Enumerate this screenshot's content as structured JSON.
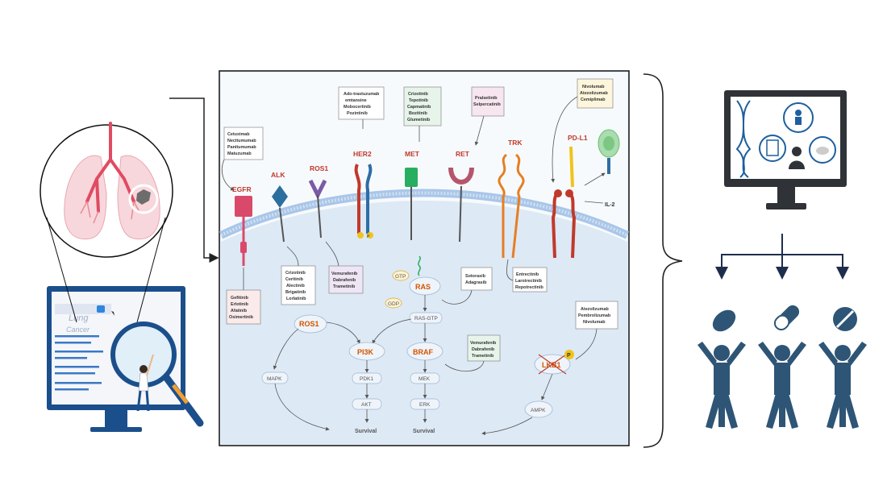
{
  "left": {
    "search_text": "Lung",
    "search_text2": "Cancer"
  },
  "receptors": {
    "egfr": "EGFR",
    "alk": "ALK",
    "ros1": "ROS1",
    "her2": "HER2",
    "met": "MET",
    "ret": "RET",
    "trk": "TRK",
    "pdl1": "PD-L1",
    "il2": "IL-2"
  },
  "drugs": {
    "egfr_ab": [
      "Cetuximab",
      "Necitumumab",
      "Panitumumab",
      "Matuzumab"
    ],
    "egfr_tki": [
      "Gefitinib",
      "Erlotinib",
      "Afatinib",
      "Osimertinib"
    ],
    "alk": [
      "Crizotinib",
      "Ceritinib",
      "Alectinib",
      "Brigatinib",
      "Lorlatinib"
    ],
    "ros1": [
      "Vemurafenib",
      "Dabrafenib",
      "Trametinib"
    ],
    "her2": [
      "Ado-trastuzumab",
      "emtansine",
      "Mobocertinib",
      "Pozintinib"
    ],
    "met": [
      "Crizotinib",
      "Tepotinib",
      "Capmatinib",
      "Bozitinib",
      "Glumetinib"
    ],
    "ret": [
      "Pralsetinib",
      "Selpercatinib"
    ],
    "pdl1": [
      "Nivolumab",
      "Atezolizumab",
      "Cemiplimab"
    ],
    "trk": [
      "Entrectinib",
      "Larotrectinib",
      "Repotrectinib"
    ],
    "ras": [
      "Sotorasib",
      "Adagrasib"
    ],
    "braf": [
      "Vemurafenib",
      "Dabrafenib",
      "Trametinib"
    ],
    "lkb1": [
      "Atezolizumab",
      "Pembrolizumab",
      "Nivolumab"
    ]
  },
  "pathway": {
    "gtp": "GTP",
    "gdp": "GDP",
    "ras": "RAS",
    "ras_gtp": "RAS-GTP",
    "ros1": "ROS1",
    "pi3k": "PI3K",
    "braf": "BRAF",
    "mapk": "MAPK",
    "pdk1": "PDK1",
    "mek": "MEK",
    "akt": "AKT",
    "erk": "ERK",
    "survival1": "Survival",
    "survival2": "Survival",
    "lkb1": "LKB1",
    "p": "P",
    "ampk": "AMPK",
    "p_her2": "P"
  }
}
